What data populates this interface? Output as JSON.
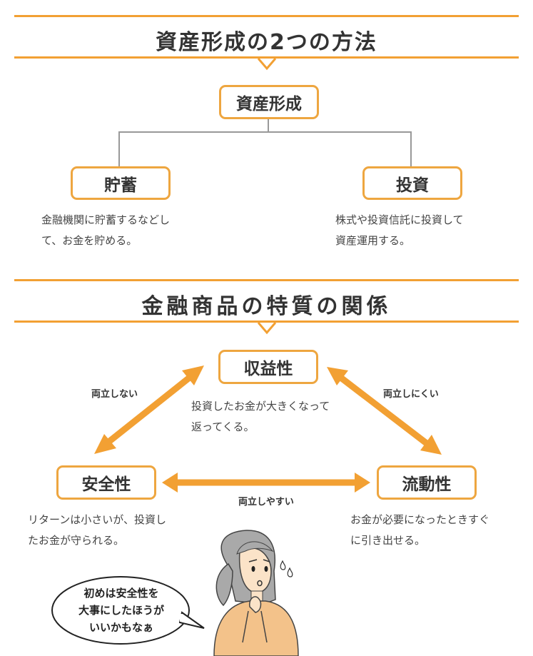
{
  "section1": {
    "title": "資産形成の2つの方法",
    "root": "資産形成",
    "left": {
      "label": "貯蓄",
      "desc1": "金融機関に貯蓄するなどし",
      "desc2": "て、お金を貯める。"
    },
    "right": {
      "label": "投資",
      "desc1": "株式や投資信託に投資して",
      "desc2": "資産運用する。"
    }
  },
  "section2": {
    "title": "金融商品の特質の関係",
    "top": {
      "label": "収益性",
      "desc1": "投資したお金が大きくなって",
      "desc2": "返ってくる。"
    },
    "left": {
      "label": "安全性",
      "desc1": "リターンは小さいが、投資し",
      "desc2": "たお金が守られる。"
    },
    "right": {
      "label": "流動性",
      "desc1": "お金が必要になったときすぐ",
      "desc2": "に引き出せる。"
    },
    "rel_left": "両立しない",
    "rel_right": "両立しにくい",
    "rel_bottom": "両立しやすい"
  },
  "speech": {
    "line1": "初めは安全性を",
    "line2": "大事にしたほうが",
    "line3": "いいかもなぁ"
  },
  "colors": {
    "accent": "#f2a033",
    "box_border": "#eea640",
    "skin": "#f3c28a"
  }
}
